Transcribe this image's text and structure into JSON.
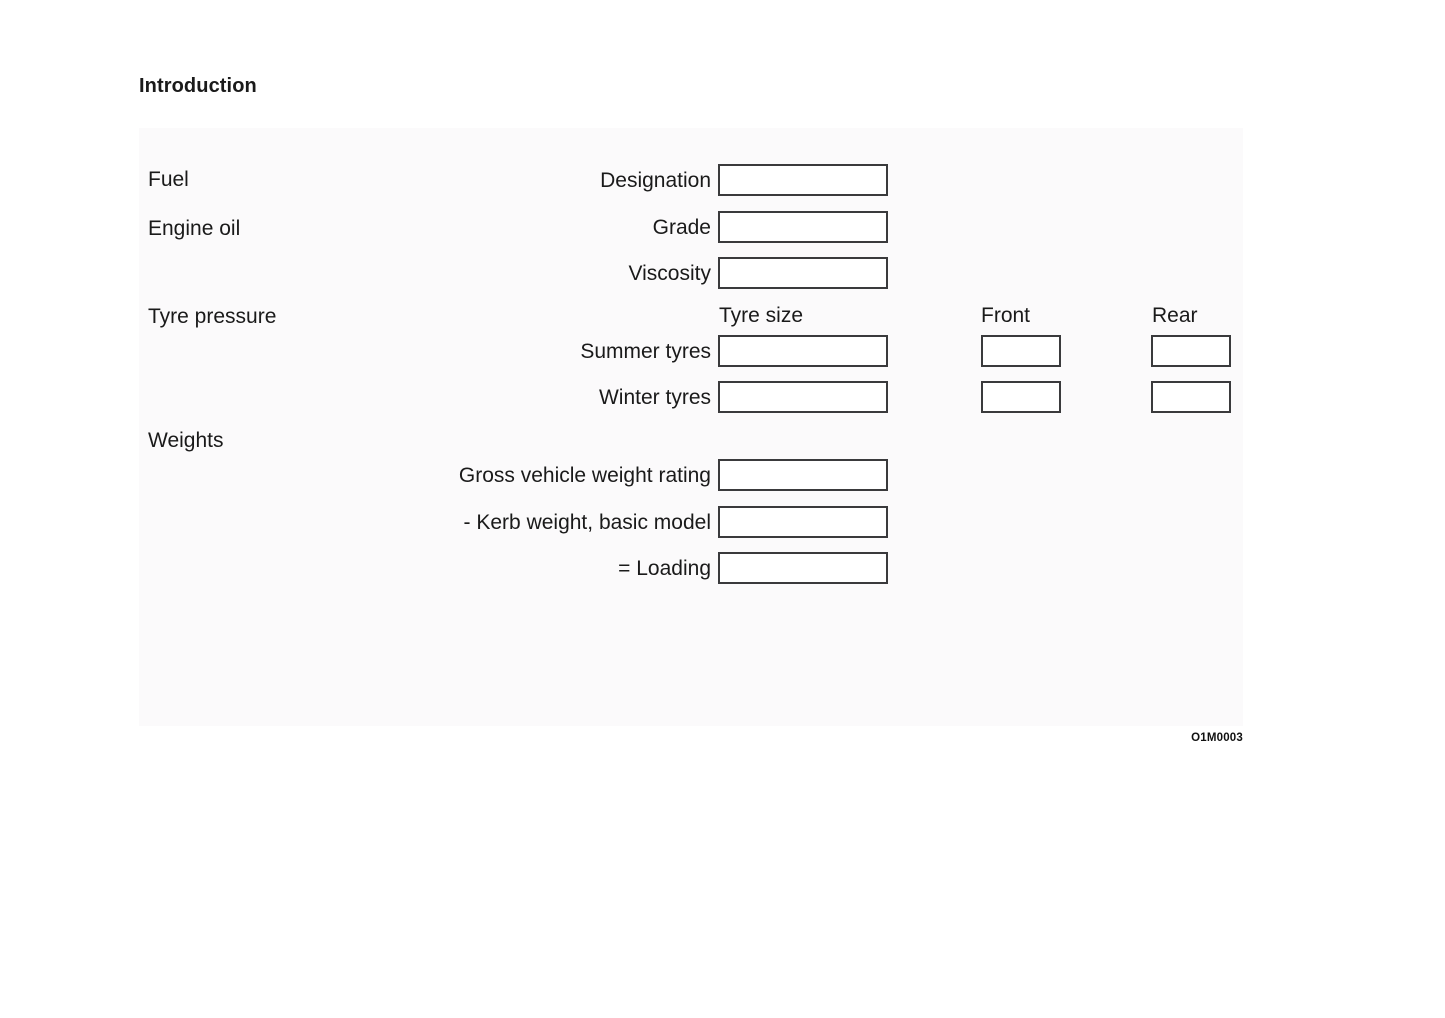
{
  "page": {
    "title": "Introduction",
    "figure_reference": "O1M0003"
  },
  "sections": {
    "fuel": {
      "label": "Fuel"
    },
    "engine_oil": {
      "label": "Engine oil"
    },
    "tyre_pressure": {
      "label": "Tyre pressure"
    },
    "weights": {
      "label": "Weights"
    }
  },
  "tyre_table": {
    "headers": {
      "tyre_size": "Tyre size",
      "front": "Front",
      "rear": "Rear"
    }
  },
  "fields": {
    "designation": {
      "label": "Designation",
      "value": "",
      "placeholder": ""
    },
    "grade": {
      "label": "Grade",
      "value": "",
      "placeholder": ""
    },
    "viscosity": {
      "label": "Viscosity",
      "value": "",
      "placeholder": ""
    },
    "summer_tyres": {
      "label": "Summer tyres",
      "value": "",
      "placeholder": ""
    },
    "winter_tyres": {
      "label": "Winter tyres",
      "value": "",
      "placeholder": ""
    },
    "gross_vehicle_weight_rating": {
      "label": "Gross vehicle weight rating",
      "value": "",
      "placeholder": ""
    },
    "kerb_weight_basic_model": {
      "label": "- Kerb weight, basic model",
      "value": "",
      "placeholder": ""
    },
    "loading": {
      "label": "= Loading",
      "value": "",
      "placeholder": ""
    },
    "summer_front": {
      "value": "",
      "placeholder": ""
    },
    "summer_rear": {
      "value": "",
      "placeholder": ""
    },
    "winter_front": {
      "value": "",
      "placeholder": ""
    },
    "winter_rear": {
      "value": "",
      "placeholder": ""
    }
  },
  "colors": {
    "page_background": "#ffffff",
    "panel_background": "#fbfafb",
    "box_border": "#3a3a3c",
    "box_fill": "#ffffff",
    "text": "#1a1a1a"
  }
}
